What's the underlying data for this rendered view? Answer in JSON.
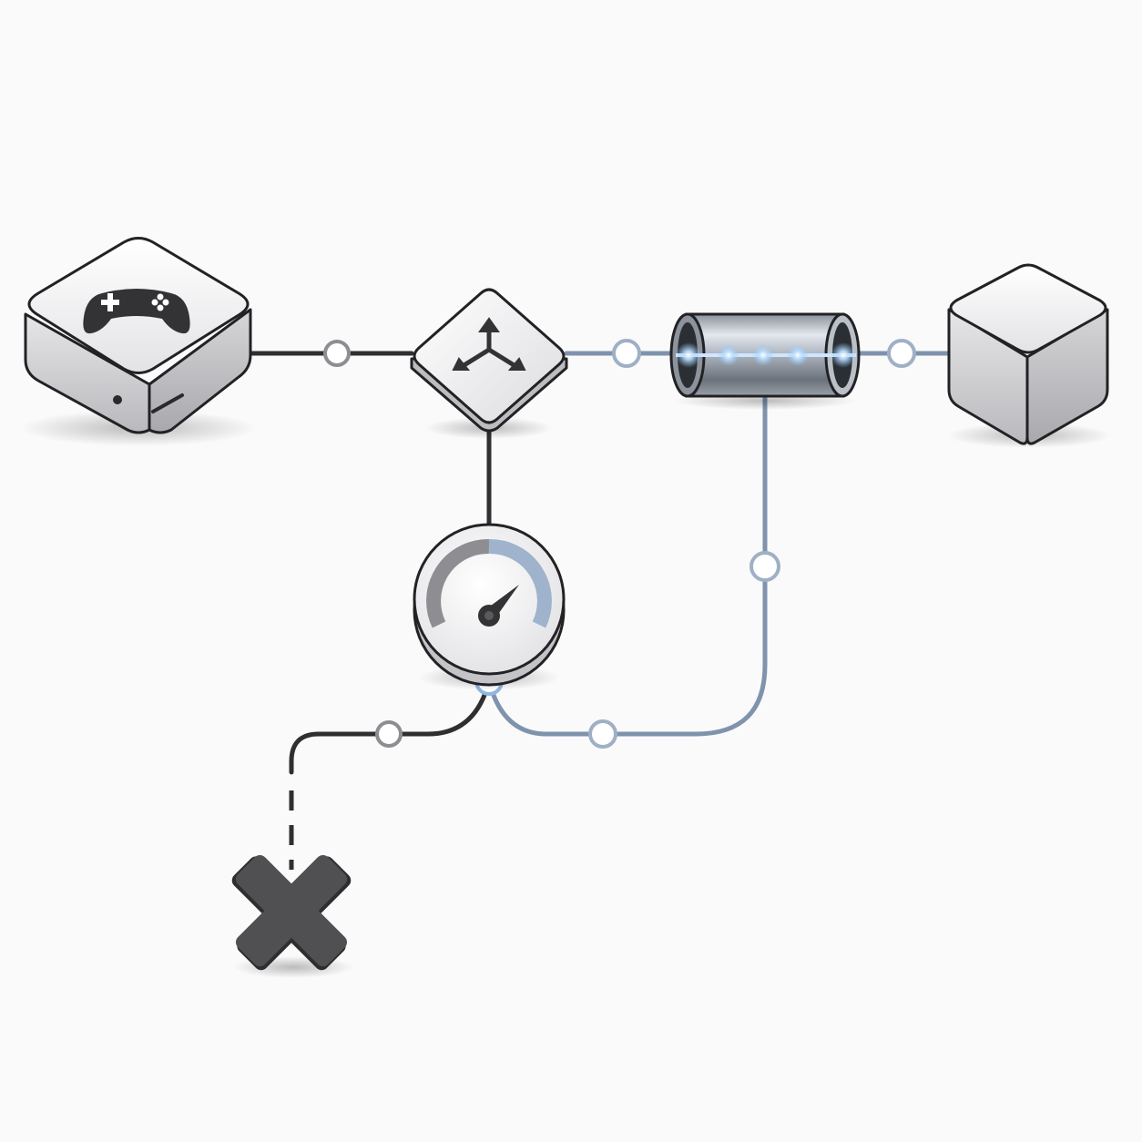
{
  "diagram": {
    "colors": {
      "background": "#fafafb",
      "dark_link": "#2f2f31",
      "blue_link": "#7f93ad",
      "node_fill_light": "#ffffff",
      "node_fill_dark": "#c9c9cc",
      "node_border": "#222224",
      "icon_dark": "#333335",
      "glow": "#8fc7ff",
      "x_mark": "#4a4a4c"
    },
    "nodes": [
      {
        "id": "game-console",
        "icon": "gamepad-icon"
      },
      {
        "id": "splitter",
        "icon": "split-arrows-icon"
      },
      {
        "id": "pipe",
        "icon": "pipe-icon"
      },
      {
        "id": "cube",
        "icon": "cube-icon"
      },
      {
        "id": "gauge",
        "icon": "gauge-icon"
      },
      {
        "id": "terminator",
        "icon": "close-icon"
      }
    ],
    "links": [
      {
        "from": "game-console",
        "to": "splitter",
        "style": "solid",
        "color": "dark"
      },
      {
        "from": "splitter",
        "to": "pipe",
        "style": "solid",
        "color": "blue"
      },
      {
        "from": "pipe",
        "to": "cube",
        "style": "solid",
        "color": "blue"
      },
      {
        "from": "splitter",
        "to": "gauge",
        "style": "solid",
        "color": "dark"
      },
      {
        "from": "pipe",
        "to": "gauge",
        "style": "solid",
        "color": "blue"
      },
      {
        "from": "gauge",
        "to": "terminator",
        "style": "dashed",
        "color": "dark"
      }
    ]
  }
}
